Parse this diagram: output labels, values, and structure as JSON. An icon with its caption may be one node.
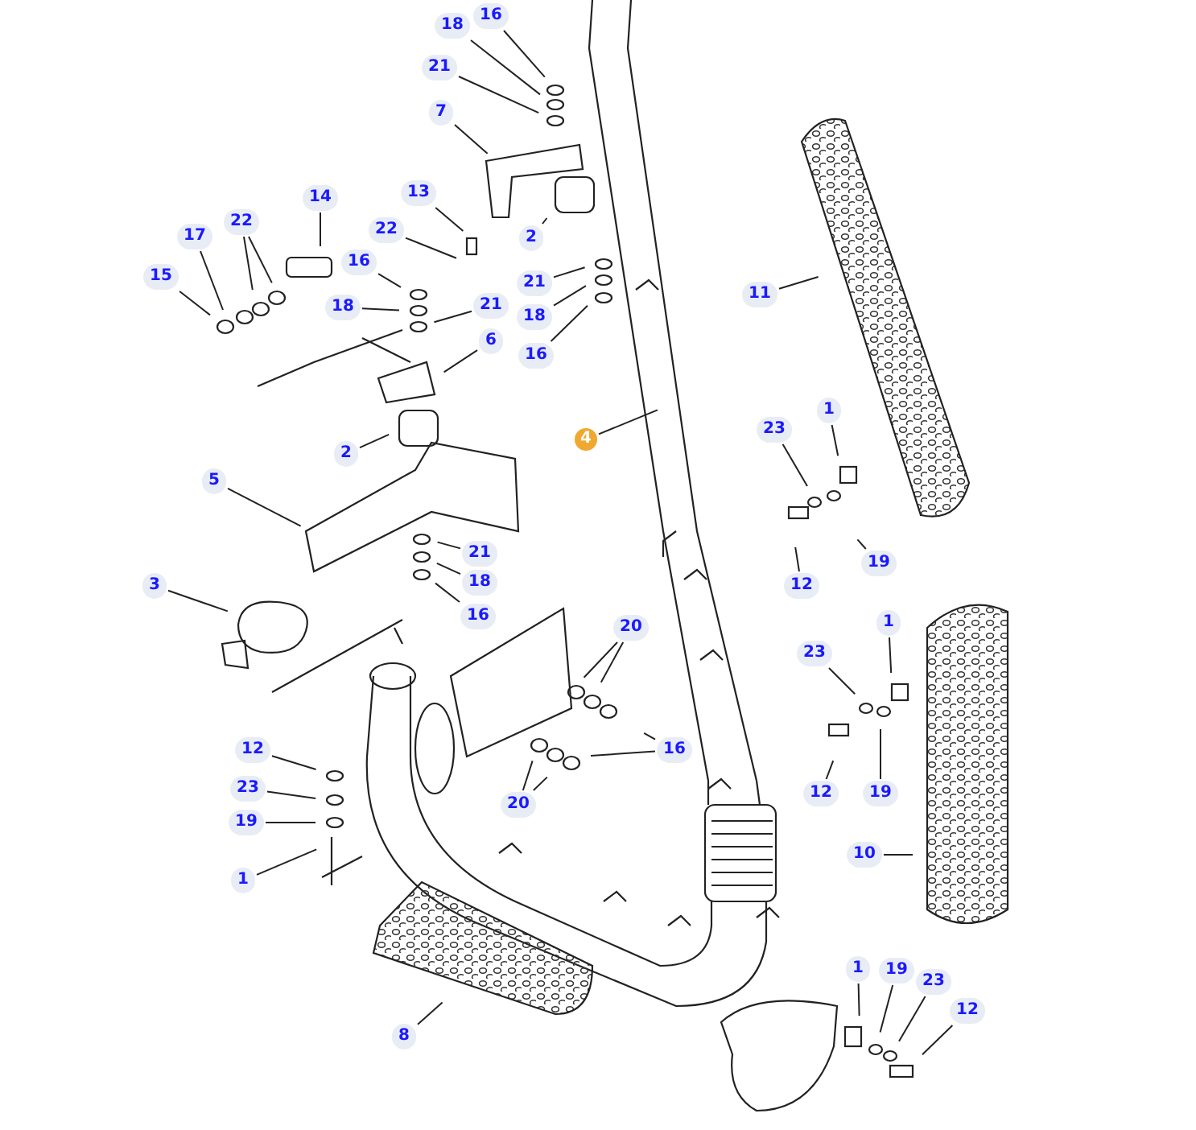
{
  "diagram": {
    "nodes": [
      {
        "text": [
          "16"
        ]
      },
      {
        "text": [
          "18"
        ]
      },
      {
        "text": [
          "21"
        ]
      },
      {
        "text": [
          "7"
        ]
      },
      {
        "text": [
          "13"
        ]
      },
      {
        "text": [
          "22"
        ]
      },
      {
        "text": [
          "2"
        ]
      },
      {
        "text": [
          "14"
        ]
      },
      {
        "text": [
          "22"
        ]
      },
      {
        "text": [
          "17"
        ]
      },
      {
        "text": [
          "15"
        ]
      },
      {
        "text": [
          "16"
        ]
      },
      {
        "text": [
          "18"
        ]
      },
      {
        "text": [
          "21"
        ]
      },
      {
        "text": [
          "21"
        ]
      },
      {
        "text": [
          "18"
        ]
      },
      {
        "text": [
          "16"
        ]
      },
      {
        "text": [
          "6"
        ]
      },
      {
        "text": [
          "4"
        ]
      },
      {
        "text": [
          "2"
        ]
      },
      {
        "text": [
          "5"
        ]
      },
      {
        "text": [
          "21"
        ]
      },
      {
        "text": [
          "18"
        ]
      },
      {
        "text": [
          "16"
        ]
      },
      {
        "text": [
          "3"
        ]
      },
      {
        "text": [
          "20"
        ]
      },
      {
        "text": [
          "16"
        ]
      },
      {
        "text": [
          "20"
        ]
      },
      {
        "text": [
          "12"
        ]
      },
      {
        "text": [
          "23"
        ]
      },
      {
        "text": [
          "19"
        ]
      },
      {
        "text": [
          "1"
        ]
      },
      {
        "text": [
          "8"
        ]
      },
      {
        "text": [
          "11"
        ]
      },
      {
        "text": [
          "1"
        ]
      },
      {
        "text": [
          "23"
        ]
      },
      {
        "text": [
          "19"
        ]
      },
      {
        "text": [
          "12"
        ]
      },
      {
        "text": [
          "1"
        ]
      },
      {
        "text": [
          "23"
        ]
      },
      {
        "text": [
          "19"
        ]
      },
      {
        "text": [
          "12"
        ]
      },
      {
        "text": [
          "10"
        ]
      },
      {
        "text": [
          "1"
        ]
      },
      {
        "text": [
          "19"
        ]
      },
      {
        "text": [
          "23"
        ]
      },
      {
        "text": [
          "12"
        ]
      }
    ],
    "edges": [
      {
        "from": 0,
        "to": null,
        "arrow": "none"
      },
      {
        "from": 1,
        "to": null,
        "arrow": "none"
      },
      {
        "from": 2,
        "to": null,
        "arrow": "none"
      },
      {
        "from": 3,
        "to": null,
        "arrow": "none"
      },
      {
        "from": 4,
        "to": null,
        "arrow": "none"
      },
      {
        "from": 5,
        "to": null,
        "arrow": "none"
      },
      {
        "from": 6,
        "to": null,
        "arrow": "none"
      },
      {
        "from": 7,
        "to": null,
        "arrow": "none"
      },
      {
        "from": 8,
        "to": null,
        "arrow": "none"
      },
      {
        "from": 8,
        "to": null,
        "arrow": "none"
      },
      {
        "from": 9,
        "to": null,
        "arrow": "none"
      },
      {
        "from": 10,
        "to": null,
        "arrow": "none"
      },
      {
        "from": 11,
        "to": null,
        "arrow": "none"
      },
      {
        "from": 12,
        "to": null,
        "arrow": "none"
      },
      {
        "from": 13,
        "to": null,
        "arrow": "none"
      },
      {
        "from": 14,
        "to": null,
        "arrow": "none"
      },
      {
        "from": 15,
        "to": null,
        "arrow": "none"
      },
      {
        "from": 16,
        "to": null,
        "arrow": "none"
      },
      {
        "from": 17,
        "to": null,
        "arrow": "none"
      },
      {
        "from": 18,
        "to": null,
        "arrow": "none"
      },
      {
        "from": 19,
        "to": null,
        "arrow": "none"
      },
      {
        "from": 20,
        "to": null,
        "arrow": "none"
      },
      {
        "from": 21,
        "to": null,
        "arrow": "none"
      },
      {
        "from": 22,
        "to": null,
        "arrow": "none"
      },
      {
        "from": 23,
        "to": null,
        "arrow": "none"
      },
      {
        "from": 24,
        "to": null,
        "arrow": "none"
      },
      {
        "from": 25,
        "to": null,
        "arrow": "none"
      },
      {
        "from": 25,
        "to": null,
        "arrow": "none"
      },
      {
        "from": 26,
        "to": null,
        "arrow": "none"
      },
      {
        "from": 26,
        "to": null,
        "arrow": "none"
      },
      {
        "from": 27,
        "to": null,
        "arrow": "none"
      },
      {
        "from": 27,
        "to": null,
        "arrow": "none"
      },
      {
        "from": 28,
        "to": null,
        "arrow": "none"
      },
      {
        "from": 29,
        "to": null,
        "arrow": "none"
      },
      {
        "from": 30,
        "to": null,
        "arrow": "none"
      },
      {
        "from": 31,
        "to": null,
        "arrow": "none"
      },
      {
        "from": 32,
        "to": null,
        "arrow": "none"
      },
      {
        "from": 33,
        "to": null,
        "arrow": "none"
      },
      {
        "from": 34,
        "to": null,
        "arrow": "none"
      },
      {
        "from": 35,
        "to": null,
        "arrow": "none"
      },
      {
        "from": 36,
        "to": null,
        "arrow": "none"
      },
      {
        "from": 37,
        "to": null,
        "arrow": "none"
      },
      {
        "from": 38,
        "to": null,
        "arrow": "none"
      },
      {
        "from": 39,
        "to": null,
        "arrow": "none"
      },
      {
        "from": 40,
        "to": null,
        "arrow": "none"
      },
      {
        "from": 41,
        "to": null,
        "arrow": "none"
      },
      {
        "from": 42,
        "to": null,
        "arrow": "none"
      },
      {
        "from": 43,
        "to": null,
        "arrow": "none"
      },
      {
        "from": 44,
        "to": null,
        "arrow": "none"
      },
      {
        "from": 45,
        "to": null,
        "arrow": "none"
      },
      {
        "from": 46,
        "to": null,
        "arrow": "none"
      }
    ]
  }
}
